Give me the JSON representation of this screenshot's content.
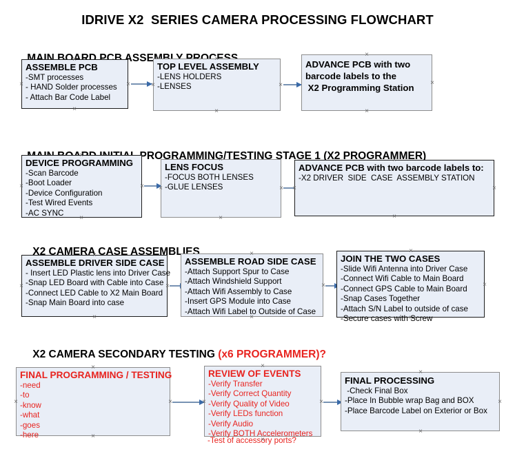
{
  "title": "IDRIVE X2  SERIES CAMERA PROCESSING FLOWCHART",
  "sections": [
    {
      "id": "main-board-pcb-assembly",
      "heading": "MAIN BOARD PCB ASSEMBLY PROCESS",
      "heading_accent": "",
      "nodes": [
        {
          "id": "assemble-pcb",
          "title": "ASSEMBLE PCB",
          "lines": [
            "-SMT processes",
            "- HAND Solder processes",
            "- Attach Bar Code Label"
          ]
        },
        {
          "id": "top-level-assembly",
          "title": "TOP LEVEL ASSEMBLY",
          "lines": [
            "-LENS HOLDERS",
            "-LENSES"
          ]
        },
        {
          "id": "advance-pcb-to-programming-station",
          "title": "ADVANCE PCB with two",
          "lines": [
            "barcode labels to the",
            " X2 Programming Station"
          ]
        }
      ]
    },
    {
      "id": "main-board-initial-programming",
      "heading": "MAIN BOARD INITIAL PROGRAMMING/TESTING STAGE 1 (X2 PROGRAMMER)",
      "heading_accent": "",
      "nodes": [
        {
          "id": "device-programming",
          "title": "DEVICE PROGRAMMING",
          "lines": [
            "-Scan Barcode",
            "-Boot Loader",
            "-Device Configuration",
            "-Test Wired Events",
            "-AC SYNC"
          ]
        },
        {
          "id": "lens-focus",
          "title": "LENS FOCUS",
          "lines": [
            "-FOCUS BOTH LENSES",
            "-GLUE LENSES"
          ]
        },
        {
          "id": "advance-pcb-to-driver-side-case",
          "title": "ADVANCE PCB with two barcode labels to:",
          "lines": [
            "-X2 DRIVER  SIDE  CASE  ASSEMBLY STATION"
          ]
        }
      ]
    },
    {
      "id": "x2-camera-case-assemblies",
      "heading": "X2 CAMERA CASE ASSEMBLIES",
      "heading_accent": "",
      "nodes": [
        {
          "id": "assemble-driver-side-case",
          "title": "ASSEMBLE DRIVER SIDE CASE",
          "lines": [
            "- Insert LED Plastic lens into Driver Case",
            "-Snap LED Board with Cable into Case",
            "-Connect LED Cable to X2 Main Board",
            "-Snap Main Board into case"
          ]
        },
        {
          "id": "assemble-road-side-case",
          "title": "ASSEMBLE ROAD SIDE CASE",
          "lines": [
            "-Attach Support Spur to Case",
            "-Attach Windshield Support",
            "-Attach Wifi Assembly to Case",
            "-Insert GPS Module into Case",
            "-Attach Wifi Label to Outside of Case"
          ]
        },
        {
          "id": "join-the-two-cases",
          "title": "JOIN THE TWO CASES",
          "lines": [
            "-Slide Wifi Antenna into Driver Case",
            "-Connect Wifi Cable to Main Board",
            "-Connect GPS Cable to Main Board",
            "-Snap Cases Together",
            "-Attach S/N Label to outside of case",
            "-Secure cases with Screw"
          ]
        }
      ]
    },
    {
      "id": "x2-camera-secondary-testing",
      "heading": "X2 CAMERA SECONDARY TESTING ",
      "heading_accent": "(x6 PROGRAMMER)?",
      "nodes": [
        {
          "id": "final-programming-testing",
          "title": "FINAL PROGRAMMING / TESTING",
          "lines": [
            "-need",
            "-to",
            "-know",
            "-what",
            "-goes",
            "-here"
          ]
        },
        {
          "id": "review-of-events",
          "title": "REVIEW OF EVENTS",
          "lines": [
            "-Verify Transfer",
            "-Verify Correct Quantity",
            "-Verify Quality of Video",
            "-Verify LEDs function",
            "-Verify Audio",
            "-Verify BOTH Accelerometers"
          ],
          "overflow_line": "-Test of accessory ports?"
        },
        {
          "id": "final-processing",
          "title": "FINAL PROCESSING",
          "lines": [
            " -Check Final Box",
            "-Place In Bubble wrap Bag and BOX",
            "-Place Barcode Label on Exterior or Box"
          ]
        }
      ]
    }
  ],
  "colors": {
    "box_fill": "#e9eef7",
    "box_border": "#1b1b1b",
    "box_border_gray": "#8c8c8c",
    "text": "#000000",
    "accent_red": "#e8231f",
    "connector": "#7792b3",
    "arrow_head": "#3a6aa8",
    "handle": "#6b6b6b"
  }
}
